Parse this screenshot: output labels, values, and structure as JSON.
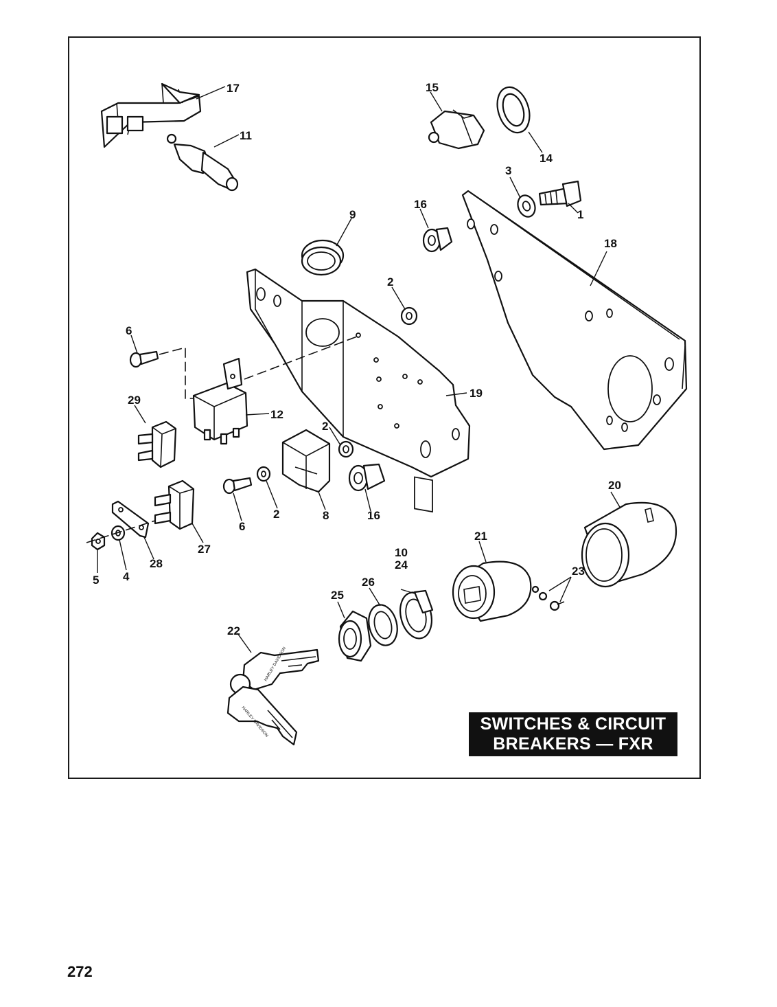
{
  "title": {
    "line1": "SWITCHES & CIRCUIT",
    "line2": "BREAKERS — FXR"
  },
  "page_number": "272",
  "callouts": {
    "c1": "1",
    "c2a": "2",
    "c2b": "2",
    "c2c": "2",
    "c3": "3",
    "c4": "4",
    "c5": "5",
    "c6a": "6",
    "c6b": "6",
    "c8": "8",
    "c9": "9",
    "c10": "10",
    "c11": "11",
    "c12": "12",
    "c14": "14",
    "c15": "15",
    "c16a": "16",
    "c16b": "16",
    "c17": "17",
    "c18": "18",
    "c19": "19",
    "c20": "20",
    "c21": "21",
    "c22": "22",
    "c23": "23",
    "c24": "24",
    "c25": "25",
    "c26": "26",
    "c27": "27",
    "c28": "28",
    "c29": "29"
  },
  "key_text": {
    "top": "HARLEY DAVIDSON",
    "bottom": "HARLEY DAVIDSON"
  }
}
